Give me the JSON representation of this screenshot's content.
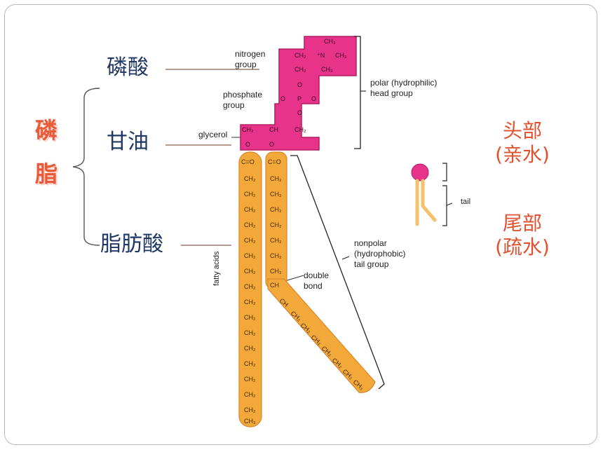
{
  "left_labels": {
    "phospholipid_char1": "磷",
    "phospholipid_char2": "脂",
    "phosphoric_acid": "磷酸",
    "glycerol_cn": "甘油",
    "fatty_acid_cn": "脂肪酸"
  },
  "right_labels": {
    "head_line1": "头部",
    "head_line2": "(亲水)",
    "tail_line1": "尾部",
    "tail_line2": "(疏水)",
    "tail_small": "tail"
  },
  "figure_labels": {
    "nitrogen_group": [
      "nitrogen",
      "group"
    ],
    "phosphate_group": [
      "phosphate",
      "group"
    ],
    "glycerol": "glycerol",
    "polar_head": [
      "polar (hydrophilic)",
      "head group"
    ],
    "nonpolar_tail": [
      "nonpolar",
      "(hydrophobic)",
      "tail group"
    ],
    "double_bond": [
      "double",
      "bond"
    ],
    "fatty_acids": "fatty acids"
  },
  "chem": {
    "ch3": "CH₃",
    "ch2": "CH₂",
    "ch": "CH",
    "n_plus": "⁺N",
    "o": "O",
    "p": "P",
    "co": "C=O"
  },
  "colors": {
    "head": "#e8338a",
    "tail": "#f3a93a",
    "cn_text": "#1f3864",
    "red_text": "#e0522f"
  }
}
